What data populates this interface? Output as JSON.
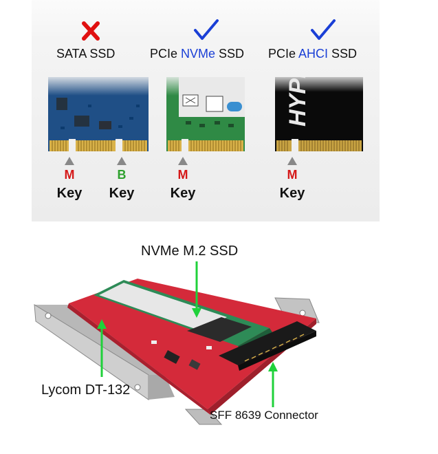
{
  "top": {
    "types": [
      {
        "status": "x",
        "prefix": "SATA SSD",
        "accent": "",
        "suffix": ""
      },
      {
        "status": "check",
        "prefix": "PCIe ",
        "accent": "NVMe",
        "suffix": " SSD"
      },
      {
        "status": "check",
        "prefix": "PCIe ",
        "accent": "AHCI",
        "suffix": " SSD"
      }
    ],
    "keys": [
      {
        "letter": "M",
        "word": "Key",
        "color": "#d51818"
      },
      {
        "letter": "B",
        "word": "Key",
        "color": "#2ea12e"
      },
      {
        "letter": "M",
        "word": "Key",
        "color": "#d51818"
      },
      {
        "letter": "M",
        "word": "Key",
        "color": "#d51818"
      }
    ],
    "ssd_brand_text": "HYPER PR"
  },
  "bottom": {
    "label_ssd": "NVMe M.2 SSD",
    "label_adapter": "Lycom DT-132",
    "label_connector": "SFF 8639 Connector"
  },
  "colors": {
    "x_mark": "#e01010",
    "check_mark": "#1a3fd6",
    "arrow_green": "#1fd13a",
    "pcb_red": "#d42a3a"
  }
}
